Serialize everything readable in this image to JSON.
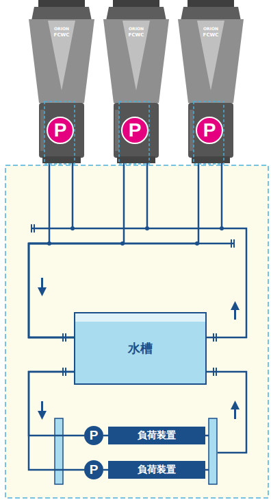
{
  "diagram": {
    "nodes": [
      {
        "text": [
          "ORION",
          "FCWC"
        ]
      },
      {
        "text": [
          "P"
        ],
        "in": 0
      },
      {
        "text": [
          "ORION",
          "FCWC"
        ]
      },
      {
        "text": [
          "P"
        ],
        "in": 2
      },
      {
        "text": [
          "ORION",
          "FCWC"
        ]
      },
      {
        "text": [
          "P"
        ],
        "in": 4
      },
      {
        "text": [
          "水槽"
        ]
      },
      {
        "text": [
          "P"
        ]
      },
      {
        "text": [
          "負荷装置"
        ]
      },
      {
        "text": [
          "P"
        ]
      },
      {
        "text": [
          "負荷装置"
        ]
      }
    ],
    "edges": [
      {
        "from": 0,
        "to": 6,
        "arrow": "none"
      },
      {
        "from": 2,
        "to": 6,
        "arrow": "none"
      },
      {
        "from": 4,
        "to": 6,
        "arrow": "none"
      },
      {
        "from": 6,
        "to": 7,
        "arrow": "none"
      },
      {
        "from": 6,
        "to": 9,
        "arrow": "none"
      },
      {
        "from": 7,
        "to": 8,
        "arrow": "none"
      },
      {
        "from": 9,
        "to": 10,
        "arrow": "none"
      }
    ]
  }
}
